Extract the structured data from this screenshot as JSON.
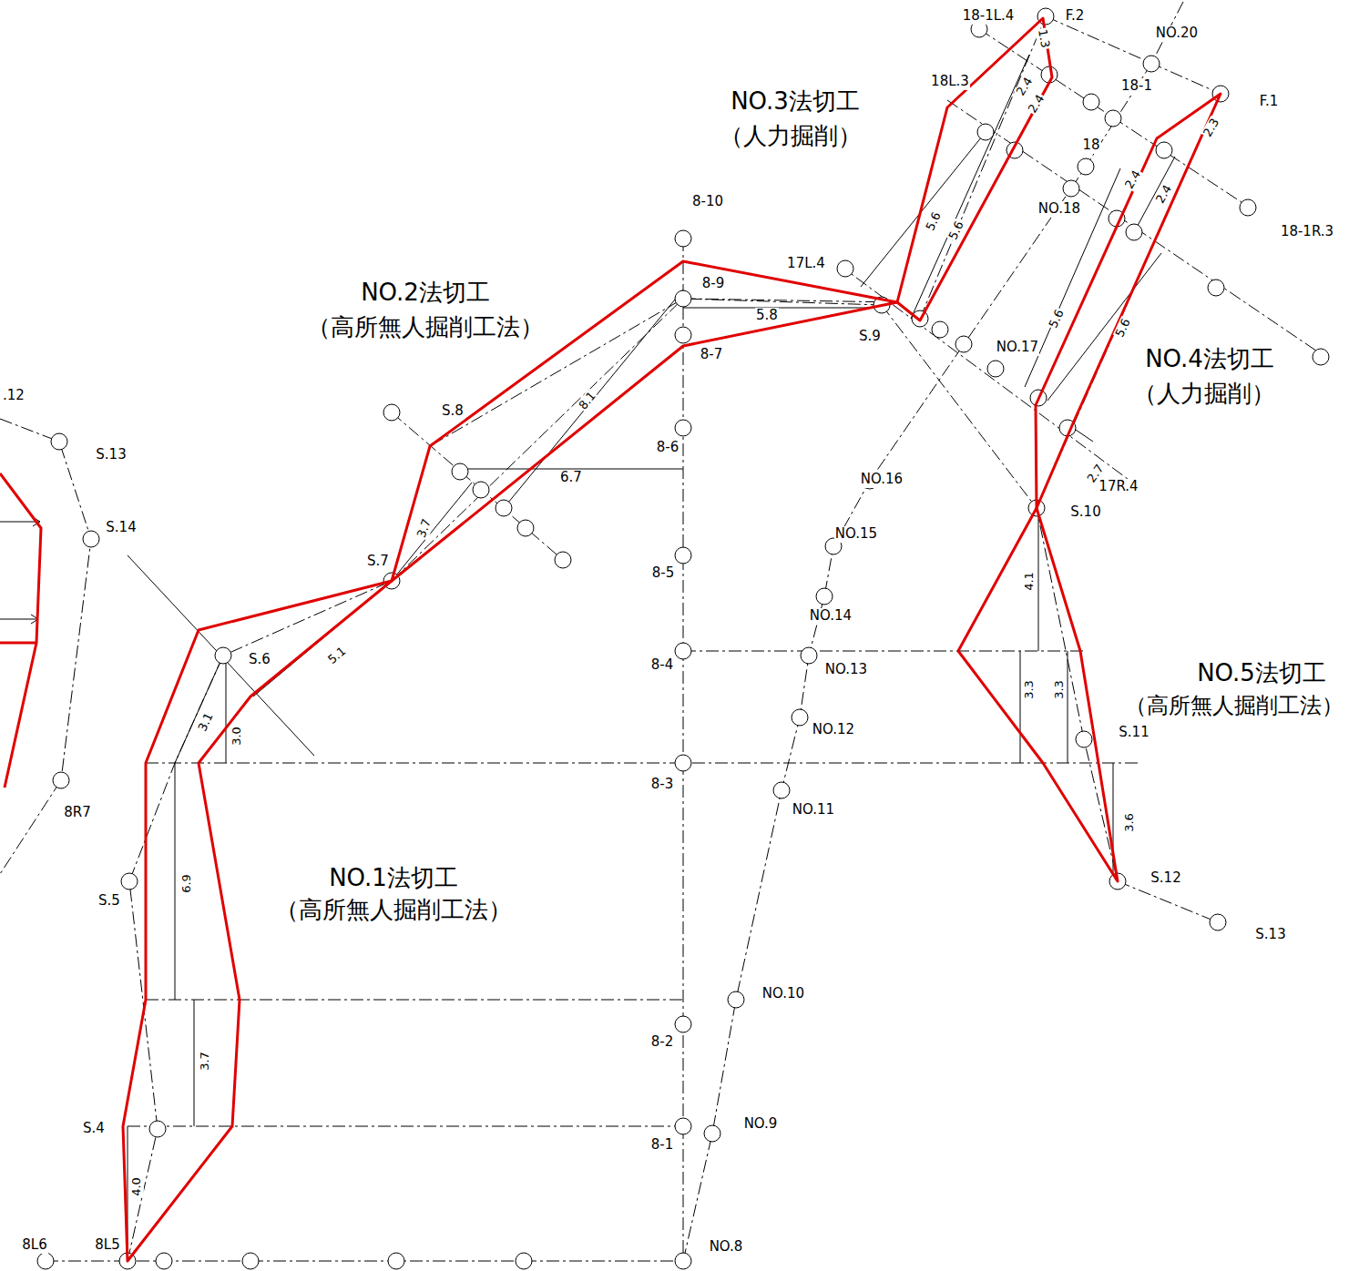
{
  "diagram": {
    "labels": [
      "18-1L.4",
      "F.2",
      "NO.20",
      "18L.3",
      "18-1",
      "F.1",
      "NO.3法切工",
      "（人力掘削）",
      "18",
      "NO.18",
      "8-10",
      "18-1R.3",
      "17L.4",
      "8-9",
      "NO.2法切工",
      "（高所無人掘削工法）",
      "5.8",
      "S.9",
      "8-7",
      "NO.17",
      "NO.4法切工",
      "（人力掘削）",
      ".12",
      "S.8",
      "8-6",
      "S.13",
      "6.7",
      "NO.16",
      "17R.4",
      "S.10",
      "S.14",
      "NO.15",
      "8-5",
      "S.7",
      "NO.14",
      "S.6",
      "8-4",
      "NO.13",
      "NO.5法切工",
      "（高所無人掘削工法）",
      "NO.12",
      "S.11",
      "8-3",
      "8R7",
      "NO.11",
      "NO.1法切工",
      "（高所無人掘削工法）",
      "S.12",
      "S.5",
      "S.13",
      "NO.10",
      "8-2",
      "S.4",
      "NO.9",
      "8-1",
      "8L6",
      "8L5",
      "NO.8",
      "2.4",
      "1.3",
      "2.4",
      "5.6",
      "5.6",
      "2.4",
      "2.4",
      "2.3",
      "5.6",
      "5.6",
      "8.1",
      "3.7",
      "5.1",
      "3.1",
      "3.0",
      "6.9",
      "3.7",
      "4.0",
      "4.1",
      "3.3",
      "3.3",
      "3.6",
      "2.7"
    ]
  }
}
